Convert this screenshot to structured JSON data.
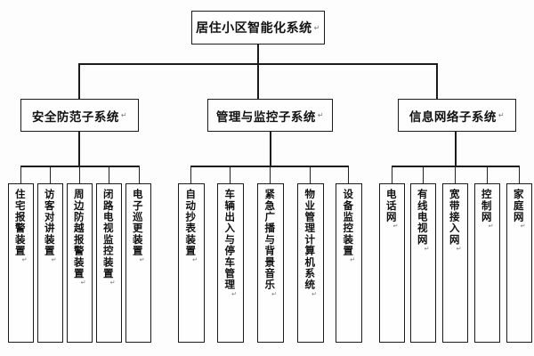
{
  "diagram": {
    "title": "居住小区智能化系统",
    "return_mark": "↵",
    "colors": {
      "background": "#fdfdfd",
      "box_fill": "#fefefe",
      "border": "#1b1b1b",
      "text": "#111111"
    },
    "root": {
      "label": "居住小区智能化系统"
    },
    "branches": [
      {
        "label": "安全防范子系统",
        "leaves": [
          {
            "label": "住宅报警装置"
          },
          {
            "label": "访客对讲装置"
          },
          {
            "label": "周边防越报警装置"
          },
          {
            "label": "闭路电视监控装置"
          },
          {
            "label": "电子巡更装置"
          }
        ]
      },
      {
        "label": "管理与监控子系统",
        "leaves": [
          {
            "label": "自动抄表装置"
          },
          {
            "label": "车辆出入与停车管理"
          },
          {
            "label": "紧急广播与背景音乐"
          },
          {
            "label": "物业管理计算机系统"
          },
          {
            "label": "设备监控装置"
          }
        ]
      },
      {
        "label": "信息网络子系统",
        "leaves": [
          {
            "label": "电话网"
          },
          {
            "label": "有线电视网"
          },
          {
            "label": "宽带接入网"
          },
          {
            "label": "控制网"
          },
          {
            "label": "家庭网"
          }
        ]
      }
    ]
  }
}
